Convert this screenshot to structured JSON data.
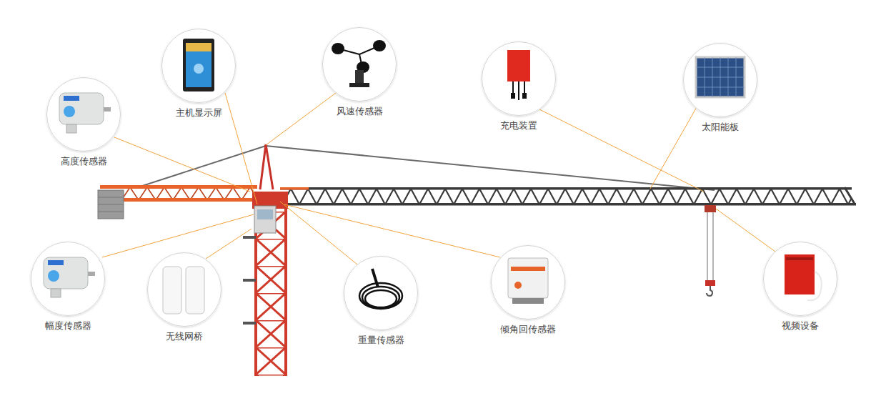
{
  "diagram": {
    "nodes": [
      {
        "text": [
          "高度传感器"
        ]
      },
      {
        "text": [
          "主机显示屏"
        ]
      },
      {
        "text": [
          "风速传感器"
        ]
      },
      {
        "text": [
          "充电装置"
        ]
      },
      {
        "text": [
          "太阳能板"
        ]
      },
      {
        "text": [
          "幅度传感器"
        ]
      },
      {
        "text": [
          "无线网桥"
        ]
      },
      {
        "text": [
          "重量传感器"
        ]
      },
      {
        "text": [
          "倾角回传感器"
        ]
      },
      {
        "text": [
          "视频设备"
        ]
      }
    ]
  }
}
